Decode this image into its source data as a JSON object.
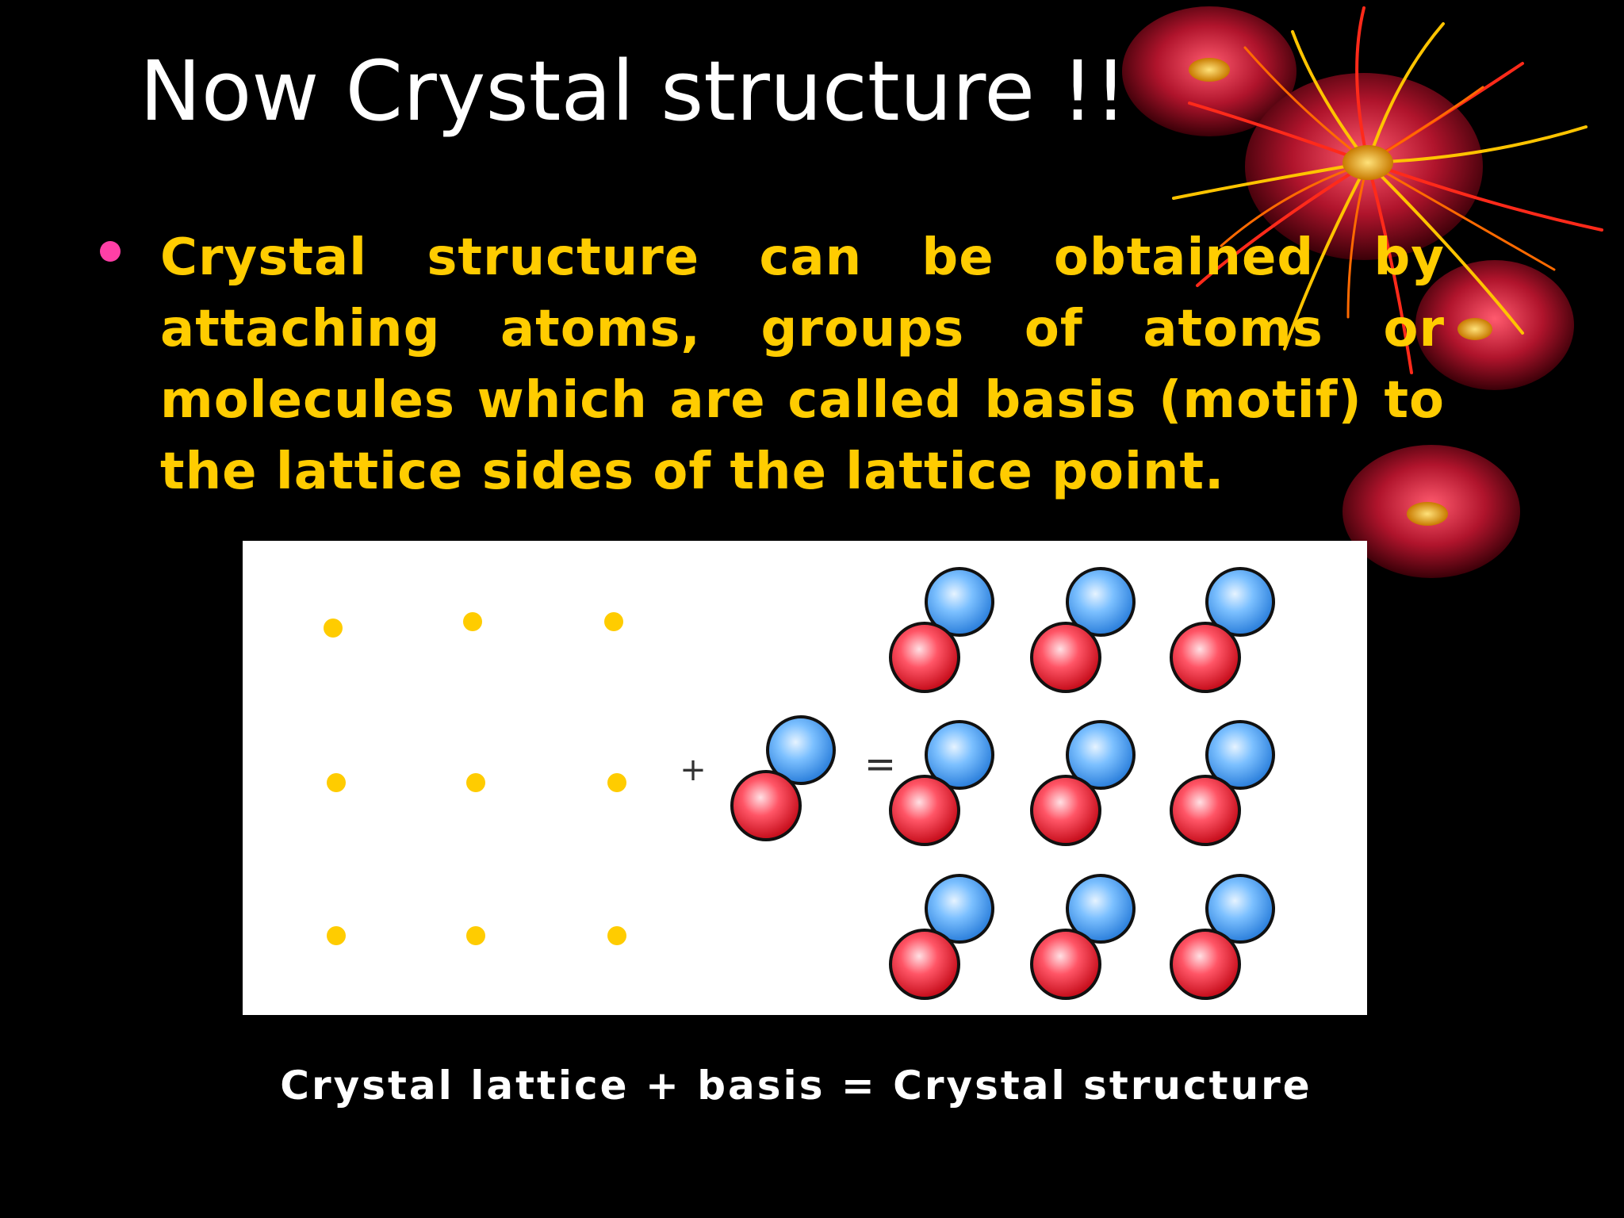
{
  "slide": {
    "title": "Now Crystal structure !!",
    "bullet": "Crystal structure can be obtained by attaching atoms, groups of atoms or molecules which are called basis (motif) to the lattice sides of the lattice point.",
    "caption": "Crystal lattice + basis = Crystal structure"
  },
  "diagram": {
    "plus_symbol": "+",
    "equals_symbol": "=",
    "lattice": {
      "rows": 3,
      "cols": 3,
      "point_color": "#ffcc00"
    },
    "basis": {
      "atoms": [
        "blue-atom",
        "red-atom"
      ],
      "colors": {
        "blue": "#5aa9f0",
        "red": "#ee3344"
      }
    },
    "structure": {
      "rows": 3,
      "cols": 3
    }
  },
  "theme": {
    "background": "#000000",
    "title_color": "#ffffff",
    "bullet_color": "#ffcc00",
    "bullet_marker_color": "#ff3fa6"
  }
}
